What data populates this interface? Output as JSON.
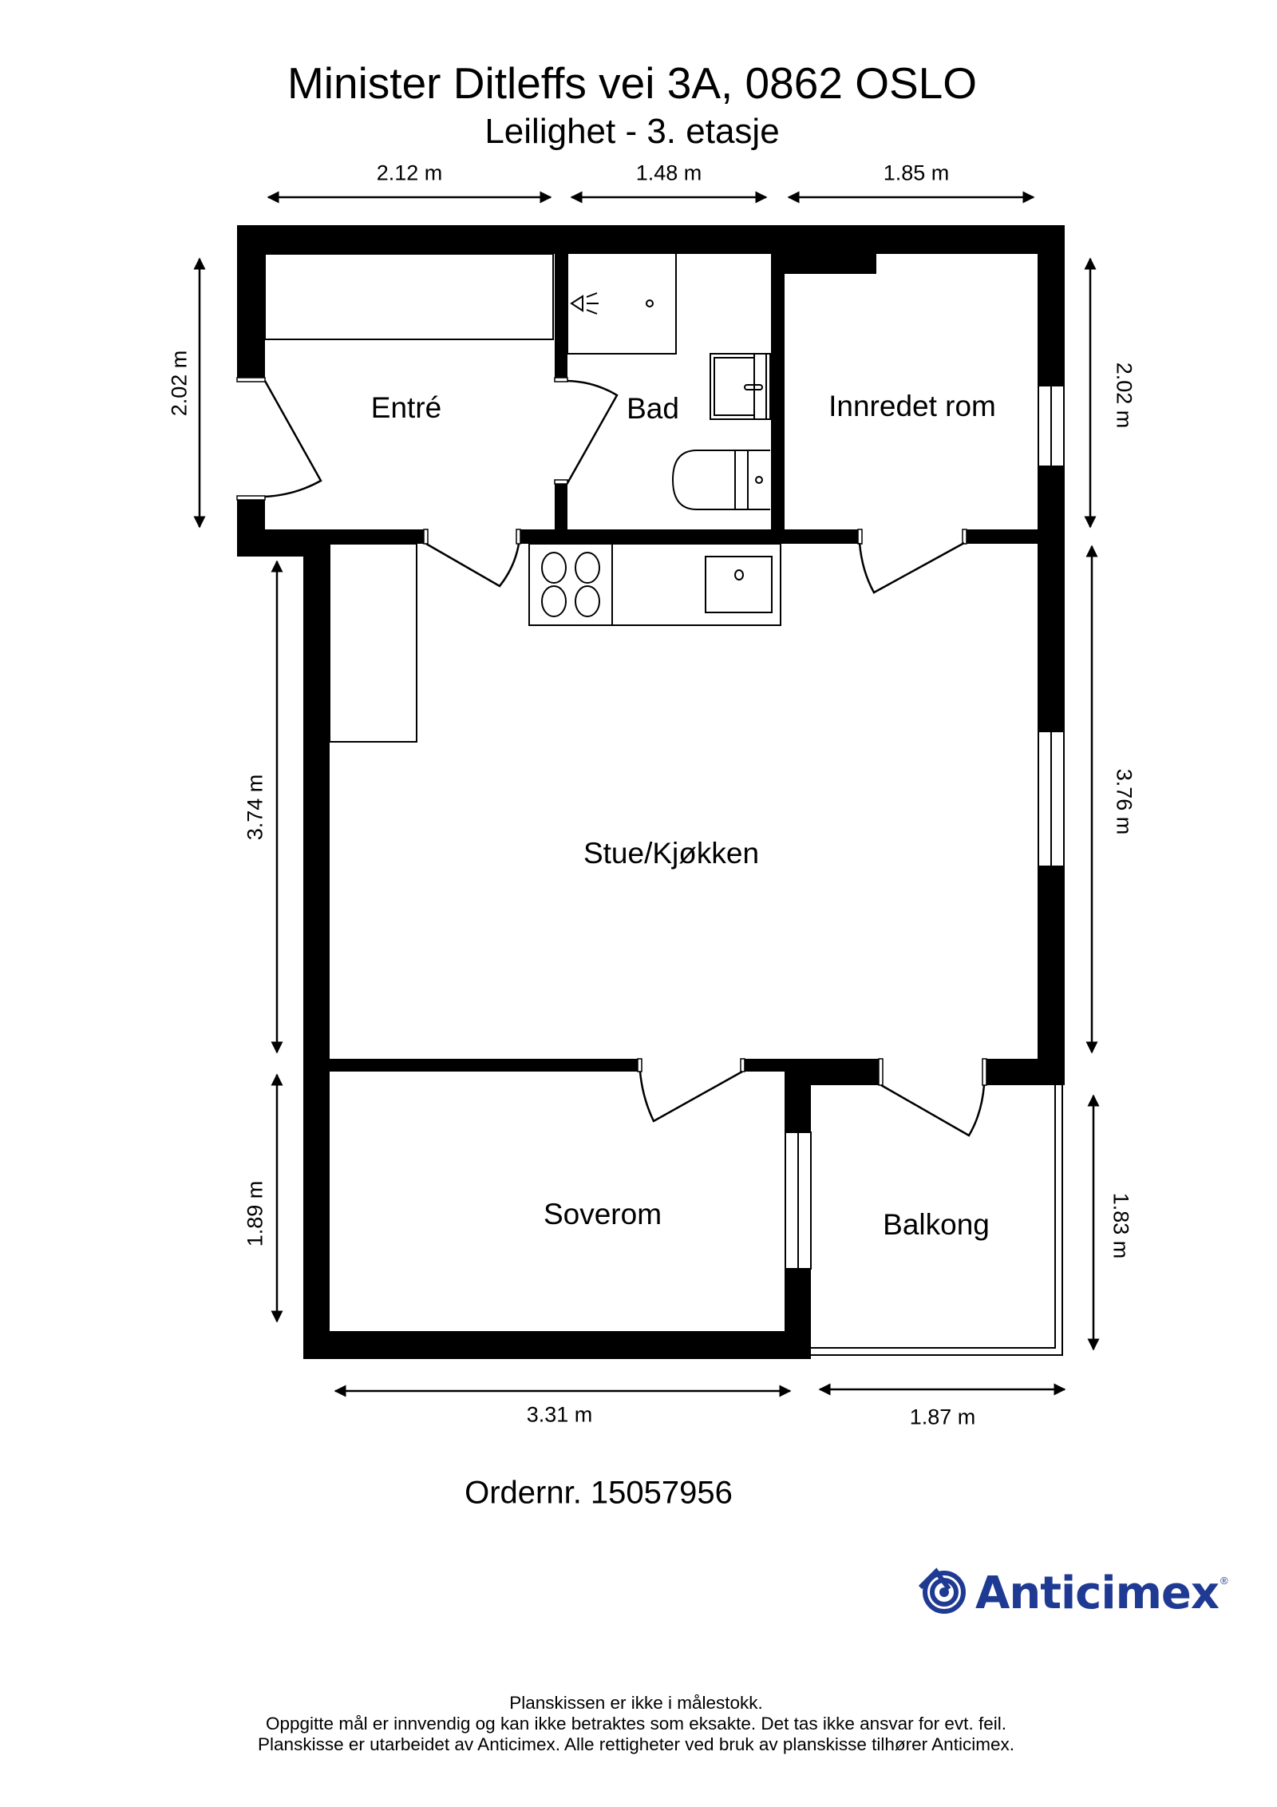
{
  "header": {
    "title": "Minister Ditleffs vei 3A, 0862 OSLO",
    "subtitle": "Leilighet  - 3. etasje"
  },
  "dimensions": {
    "top": [
      "2.12 m",
      "1.48 m",
      "1.85 m"
    ],
    "left": [
      "2.02 m",
      "3.74 m",
      "1.89 m"
    ],
    "right": [
      "2.02 m",
      "3.76 m",
      "1.83 m"
    ],
    "bottom": [
      "3.31 m",
      "1.87 m"
    ]
  },
  "rooms": {
    "entre": "Entré",
    "bad": "Bad",
    "innredet": "Innredet rom",
    "stue": "Stue/Kjøkken",
    "soverom": "Soverom",
    "balkong": "Balkong"
  },
  "order": "Ordernr. 15057956",
  "logo": {
    "name": "Anticimex",
    "registered": "®",
    "color": "#1f3a93"
  },
  "footer": [
    "Planskissen er ikke i målestokk.",
    "Oppgitte mål er innvendig og kan ikke betraktes som eksakte. Det tas ikke ansvar for evt. feil.",
    "Planskisse er utarbeidet av Anticimex. Alle rettigheter ved bruk av planskisse tilhører Anticimex."
  ],
  "colors": {
    "wall": "#000000",
    "background": "#ffffff",
    "brand": "#1f3a93"
  }
}
